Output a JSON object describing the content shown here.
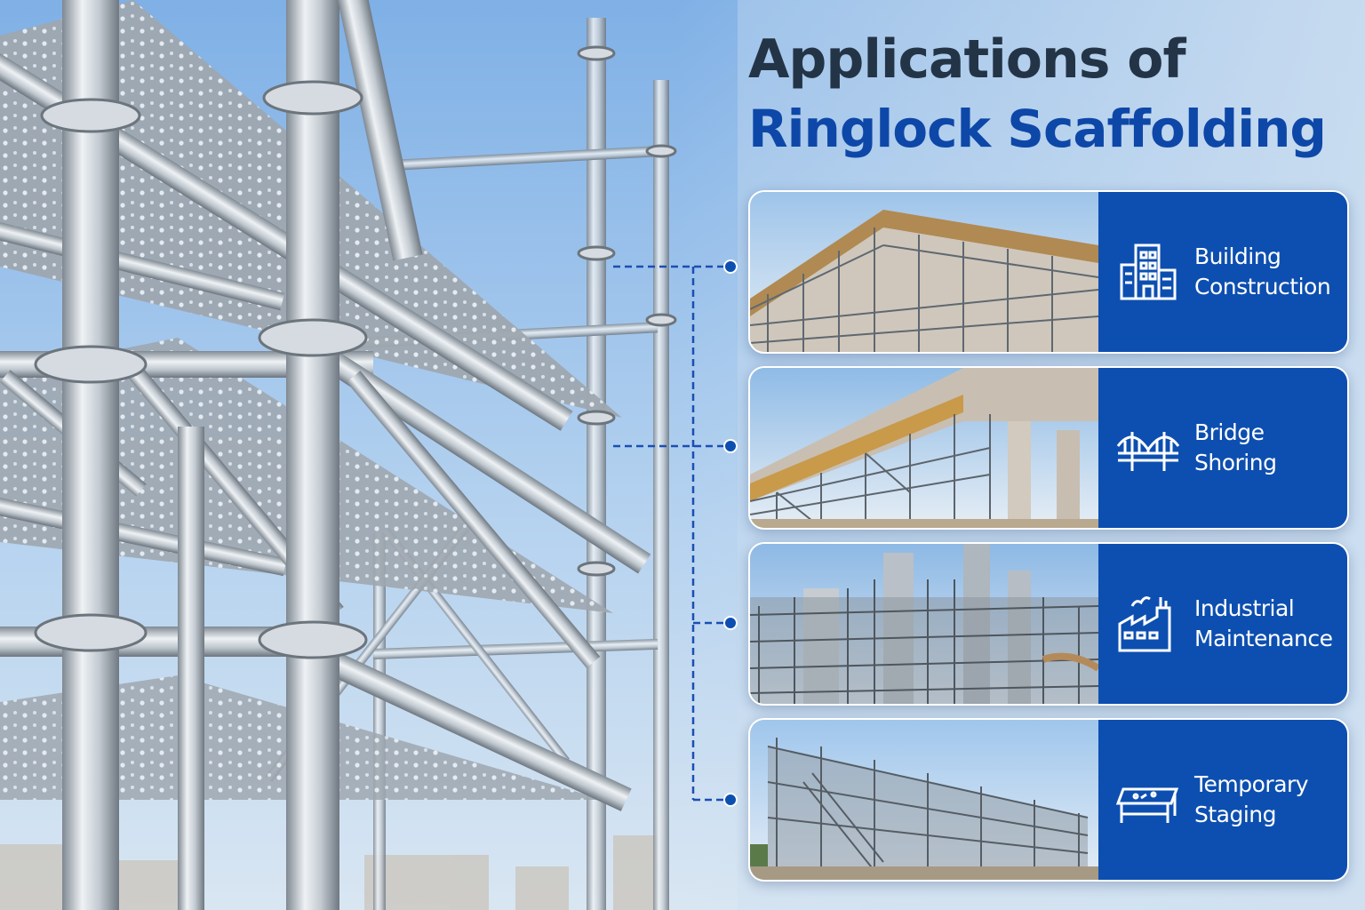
{
  "headline": {
    "line1": "Applications of",
    "line2": "Ringlock Scaffolding",
    "line1_color": "#243447",
    "line2_color": "#0d47a8"
  },
  "colors": {
    "panel": "#0d4fb0",
    "connector": "#1a4fb3",
    "sky": "#a7c9ec",
    "steel": "#b6bec6"
  },
  "applications": [
    {
      "line1": "Building",
      "line2": "Construction",
      "icon": "building-icon"
    },
    {
      "line1": "Bridge",
      "line2": "Shoring",
      "icon": "bridge-icon"
    },
    {
      "line1": "Industrial",
      "line2": "Maintenance",
      "icon": "factory-icon"
    },
    {
      "line1": "Temporary",
      "line2": "Staging",
      "icon": "stage-icon"
    }
  ]
}
